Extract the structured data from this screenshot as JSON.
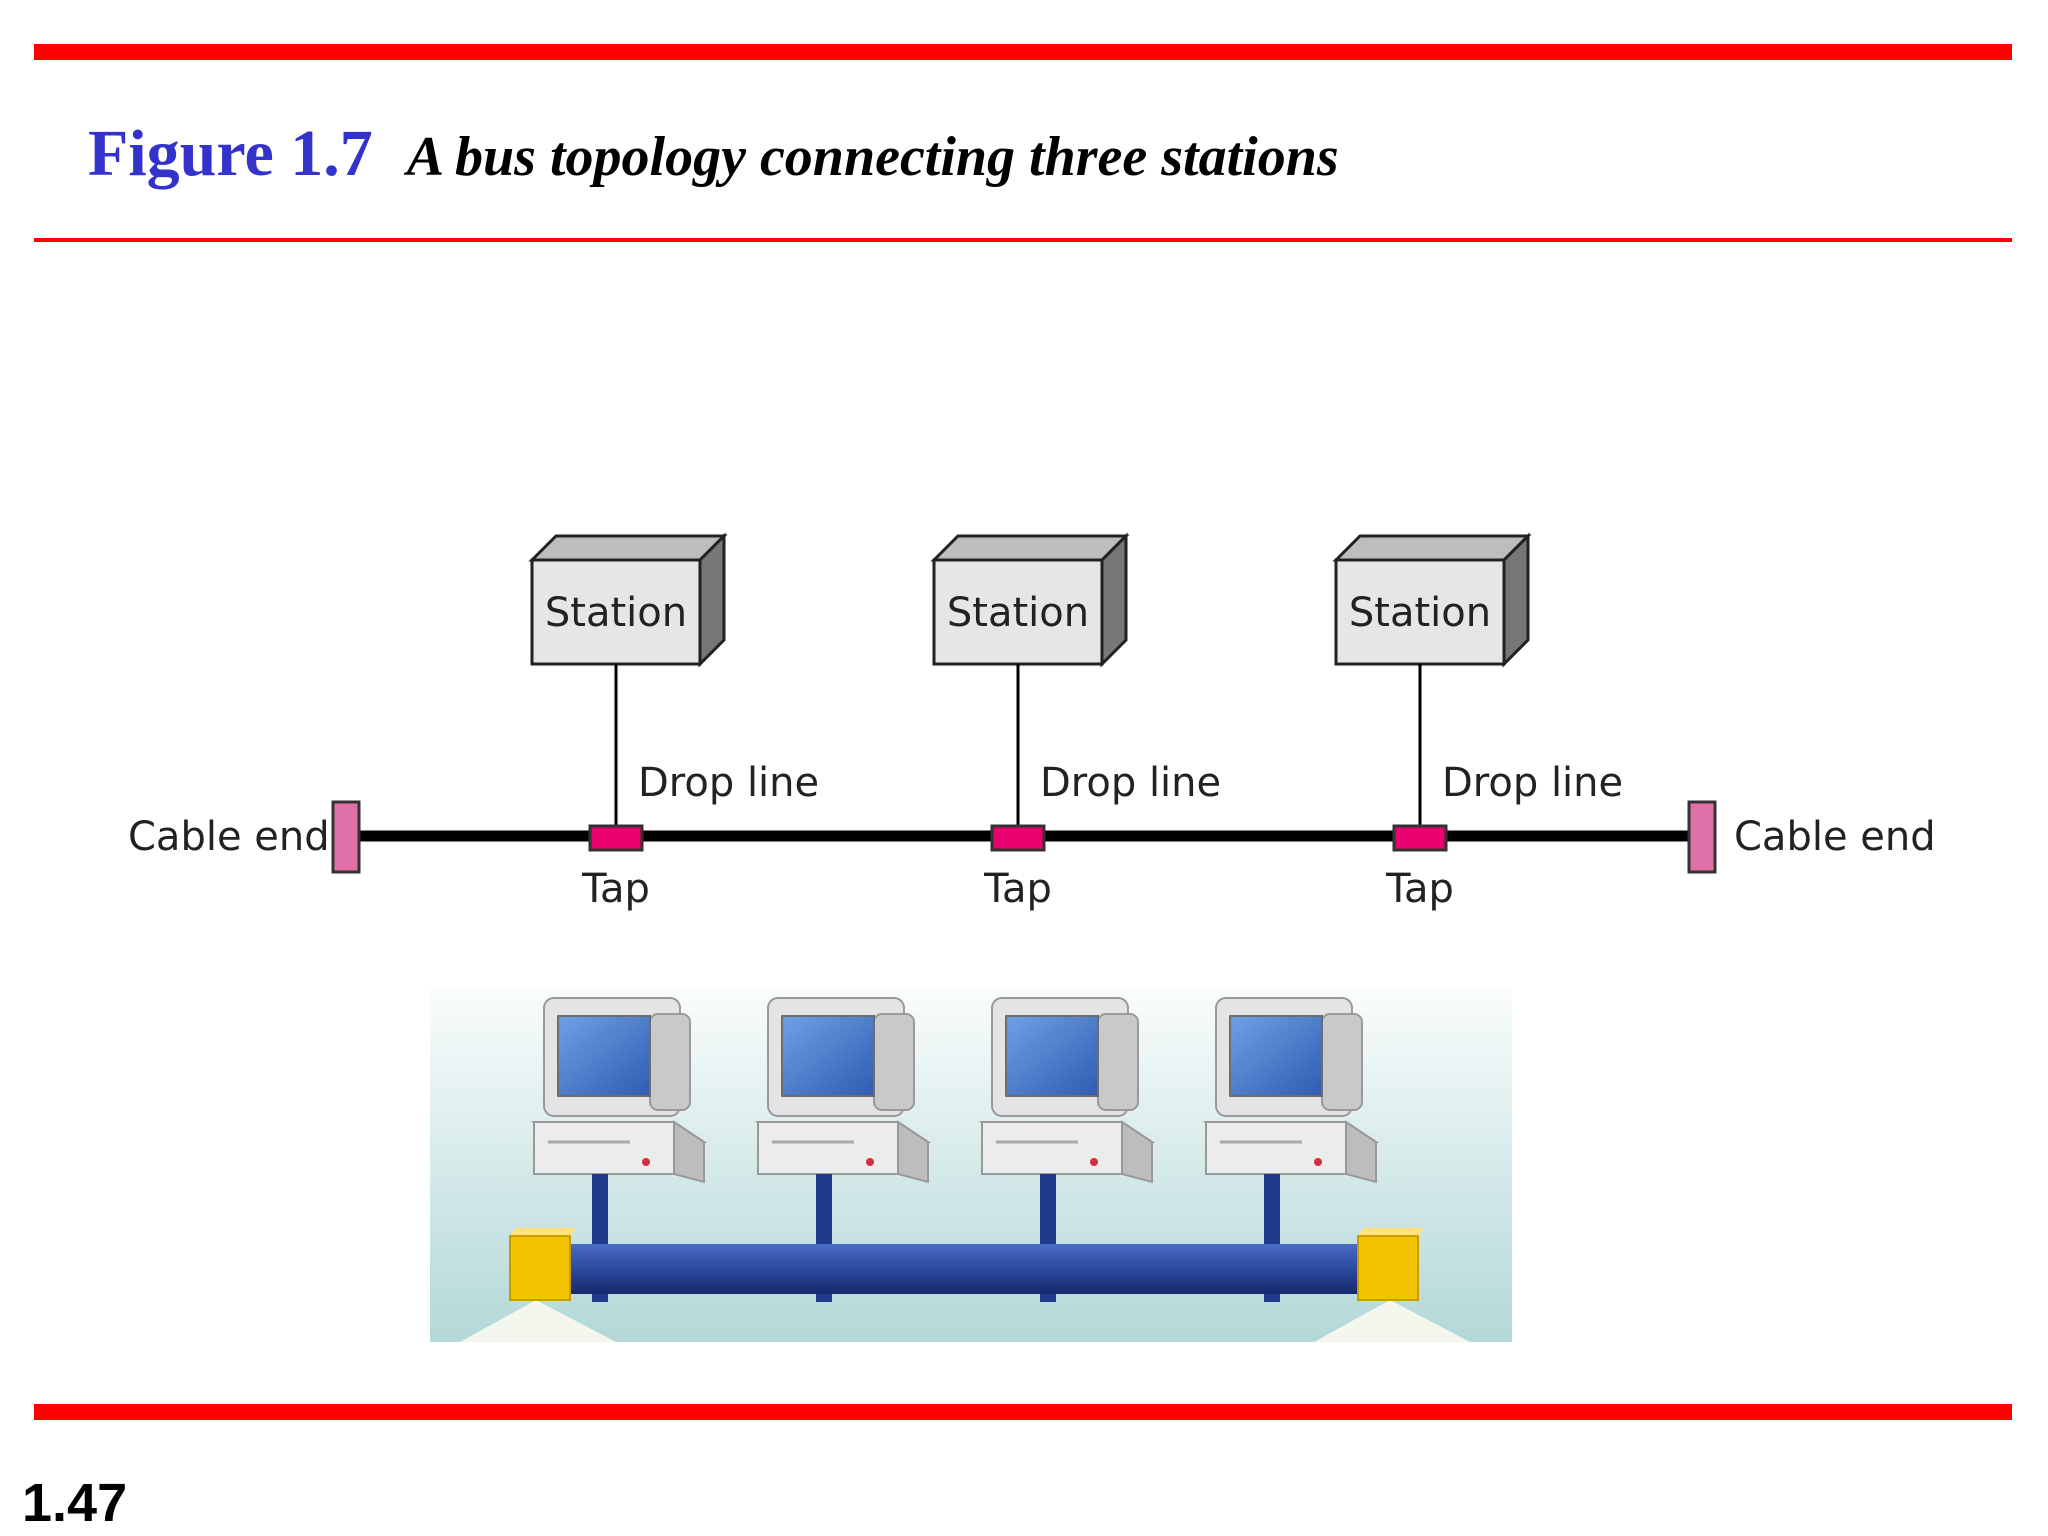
{
  "header": {
    "figure_label": "Figure 1.7",
    "caption": "A bus topology connecting three stations"
  },
  "footer": {
    "slide_number": "1.47"
  },
  "diagram": {
    "stations": [
      {
        "label": "Station",
        "drop_label": "Drop line",
        "tap_label": "Tap"
      },
      {
        "label": "Station",
        "drop_label": "Drop line",
        "tap_label": "Tap"
      },
      {
        "label": "Station",
        "drop_label": "Drop line",
        "tap_label": "Tap"
      }
    ],
    "cable_end_left": "Cable end",
    "cable_end_right": "Cable end"
  },
  "colors": {
    "rule": "#ff0000",
    "title_blue": "#3333cc",
    "tap": "#e8006e",
    "cable_end": "#e070a8",
    "station_front": "#e6e6e6",
    "station_side": "#777777",
    "bus_blue": "#2c4a9e",
    "terminator_yellow": "#f2c400"
  }
}
